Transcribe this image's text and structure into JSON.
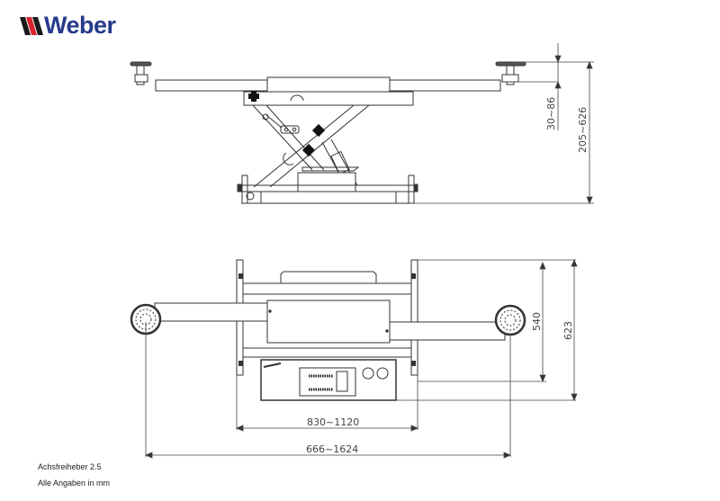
{
  "brand": {
    "name": "Weber",
    "colors": {
      "text": "#263a8a",
      "stripe_red": "#d9232d",
      "stripe_black": "#1a1a1a"
    }
  },
  "side_view": {
    "dimensions": {
      "lift_height_range": "30~86",
      "overall_height_range": "205~626"
    }
  },
  "top_view": {
    "dimensions": {
      "frame_width": "540",
      "overall_depth": "623",
      "frame_length_range": "830~1120",
      "arm_span_range": "666~1624"
    }
  },
  "caption": {
    "product": "Achsfreiheber 2.5",
    "units_note": "Alle Angaben in mm"
  }
}
